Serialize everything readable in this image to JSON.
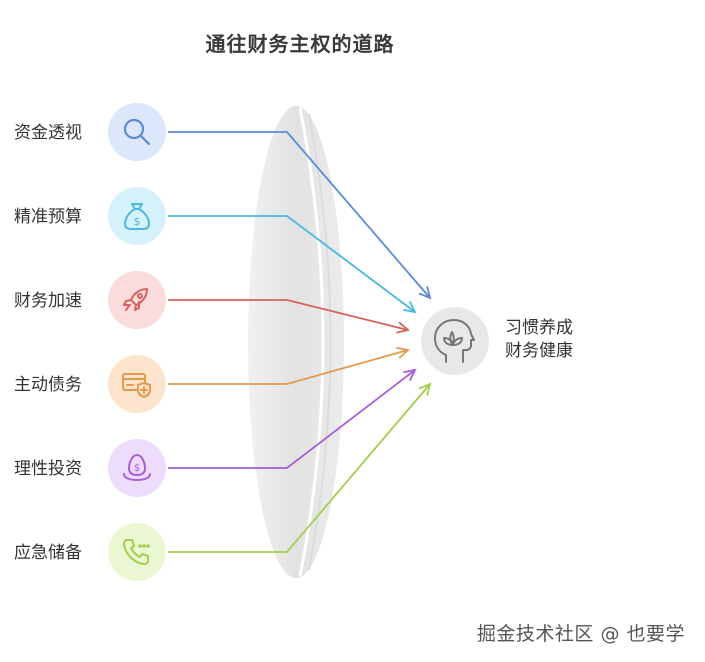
{
  "title": "通往财务主权的道路",
  "inputs": [
    {
      "label": "资金透视",
      "icon": "magnifier-icon",
      "color": "#5b8ad6",
      "bg": "#dce7fb"
    },
    {
      "label": "精准预算",
      "icon": "money-bag-icon",
      "color": "#4bb8dd",
      "bg": "#d6f1fb"
    },
    {
      "label": "财务加速",
      "icon": "rocket-icon",
      "color": "#d9625a",
      "bg": "#fbdcdc"
    },
    {
      "label": "主动债务",
      "icon": "credit-card-shield-icon",
      "color": "#e39a4e",
      "bg": "#fde4cc"
    },
    {
      "label": "理性投资",
      "icon": "money-egg-icon",
      "color": "#a65fd3",
      "bg": "#eddcfb"
    },
    {
      "label": "应急储备",
      "icon": "phone-icon",
      "color": "#a4ce4b",
      "bg": "#ebf7d3"
    }
  ],
  "goal": {
    "line1": "习惯养成",
    "line2": "财务健康",
    "icon": "head-lotus-icon"
  },
  "watermark": "掘金技术社区 @ 也要学"
}
